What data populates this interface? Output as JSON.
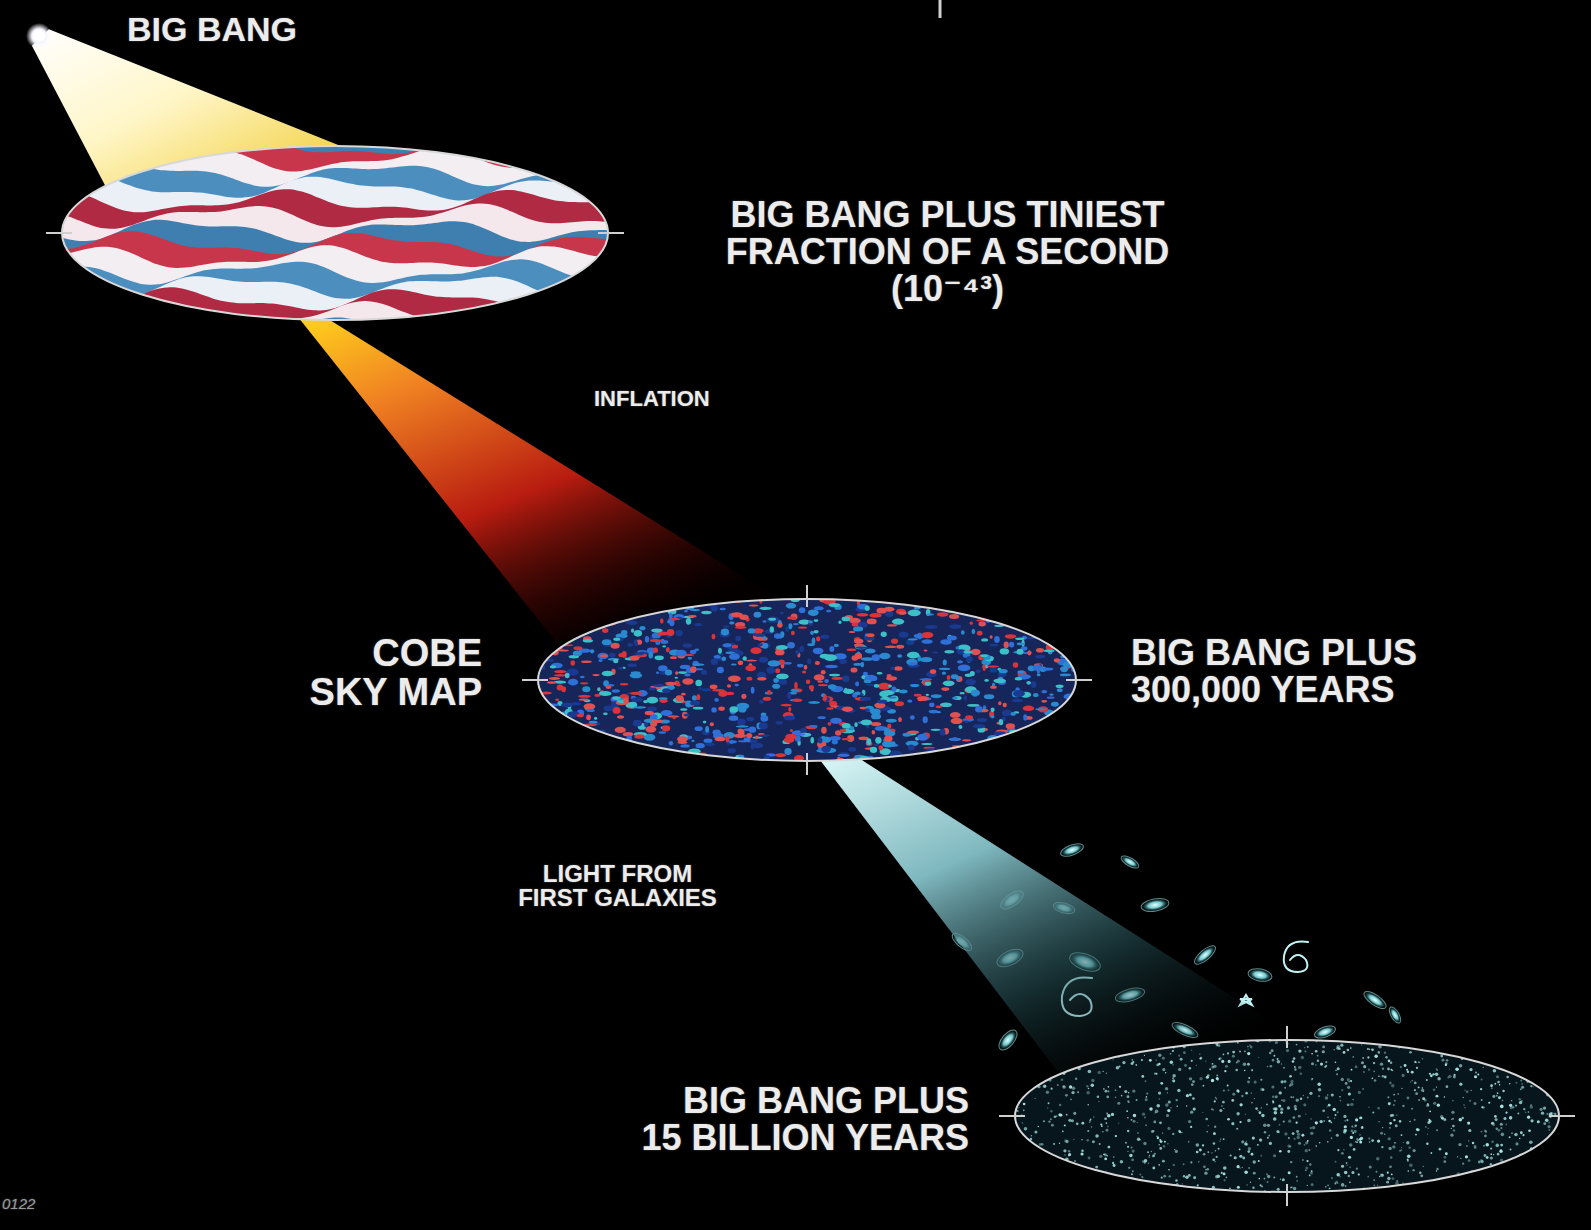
{
  "diagram": {
    "nodes": [
      {
        "text": [
          "BIG BANG"
        ]
      },
      {
        "text": [
          "BIG BANG PLUS TINIEST FRACTION OF A SECOND (10⁻⁴³)"
        ]
      },
      {
        "text": [
          "COBE SKY MAP",
          "BIG BANG PLUS 300,000 YEARS"
        ]
      },
      {
        "text": [
          "BIG BANG PLUS 15 BILLION YEARS"
        ]
      }
    ],
    "edges": [
      {
        "from": 0,
        "to": 1,
        "arrow": "none"
      },
      {
        "from": 1,
        "to": 2,
        "arrow": "none",
        "label": "INFLATION"
      },
      {
        "from": 2,
        "to": 3,
        "arrow": "none",
        "label": "LIGHT FROM FIRST GALAXIES"
      }
    ],
    "labels": [
      "0122"
    ]
  }
}
